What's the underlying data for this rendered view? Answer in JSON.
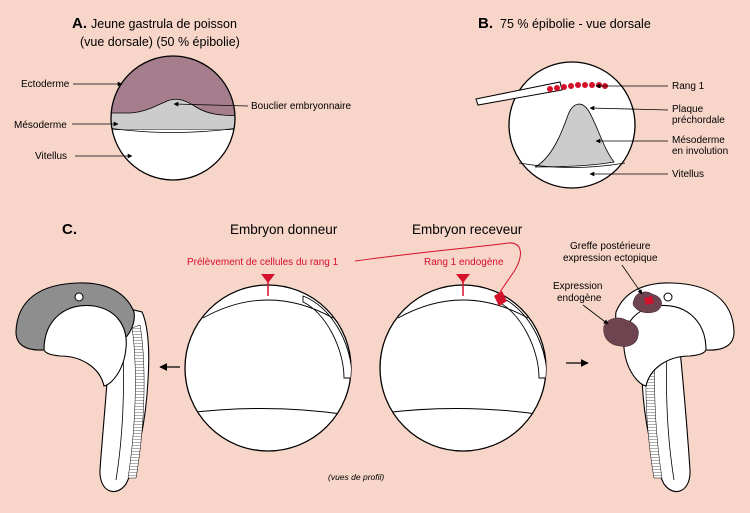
{
  "colors": {
    "background": "#f7d5c9",
    "ectoderm": "#a57d8c",
    "mesoderm": "#cccccc",
    "head_grey": "#8e8e8e",
    "marker_red": "#d4102a",
    "expression": "#6e4450"
  },
  "panel_a": {
    "letter": "A.",
    "title_line1": "Jeune gastrula de poisson",
    "title_line2": "(vue dorsale) (50 % épibolie)",
    "label_ectoderme": "Ectoderme",
    "label_mesoderme": "Mésoderme",
    "label_vitellus": "Vitellus",
    "label_bouclier": "Bouclier embryonnaire"
  },
  "panel_b": {
    "letter": "B.",
    "title": "75 % épibolie - vue dorsale",
    "label_rang1": "Rang 1",
    "label_plaque_line1": "Plaque",
    "label_plaque_line2": "préchordale",
    "label_mesoderme_line1": "Mésoderme",
    "label_mesoderme_line2": "en involution",
    "label_vitellus": "Vitellus"
  },
  "panel_c": {
    "letter": "C.",
    "donneur_title": "Embryon donneur",
    "receveur_title": "Embryon receveur",
    "prelevement_label": "Prélèvement de cellules du rang 1",
    "rang1_endogene_label": "Rang 1 endogène",
    "greffe_line1": "Greffe postérieure",
    "greffe_line2": "expression ectopique",
    "expression_line1": "Expression",
    "expression_line2": "endogène",
    "note": "(vues de profil)"
  }
}
